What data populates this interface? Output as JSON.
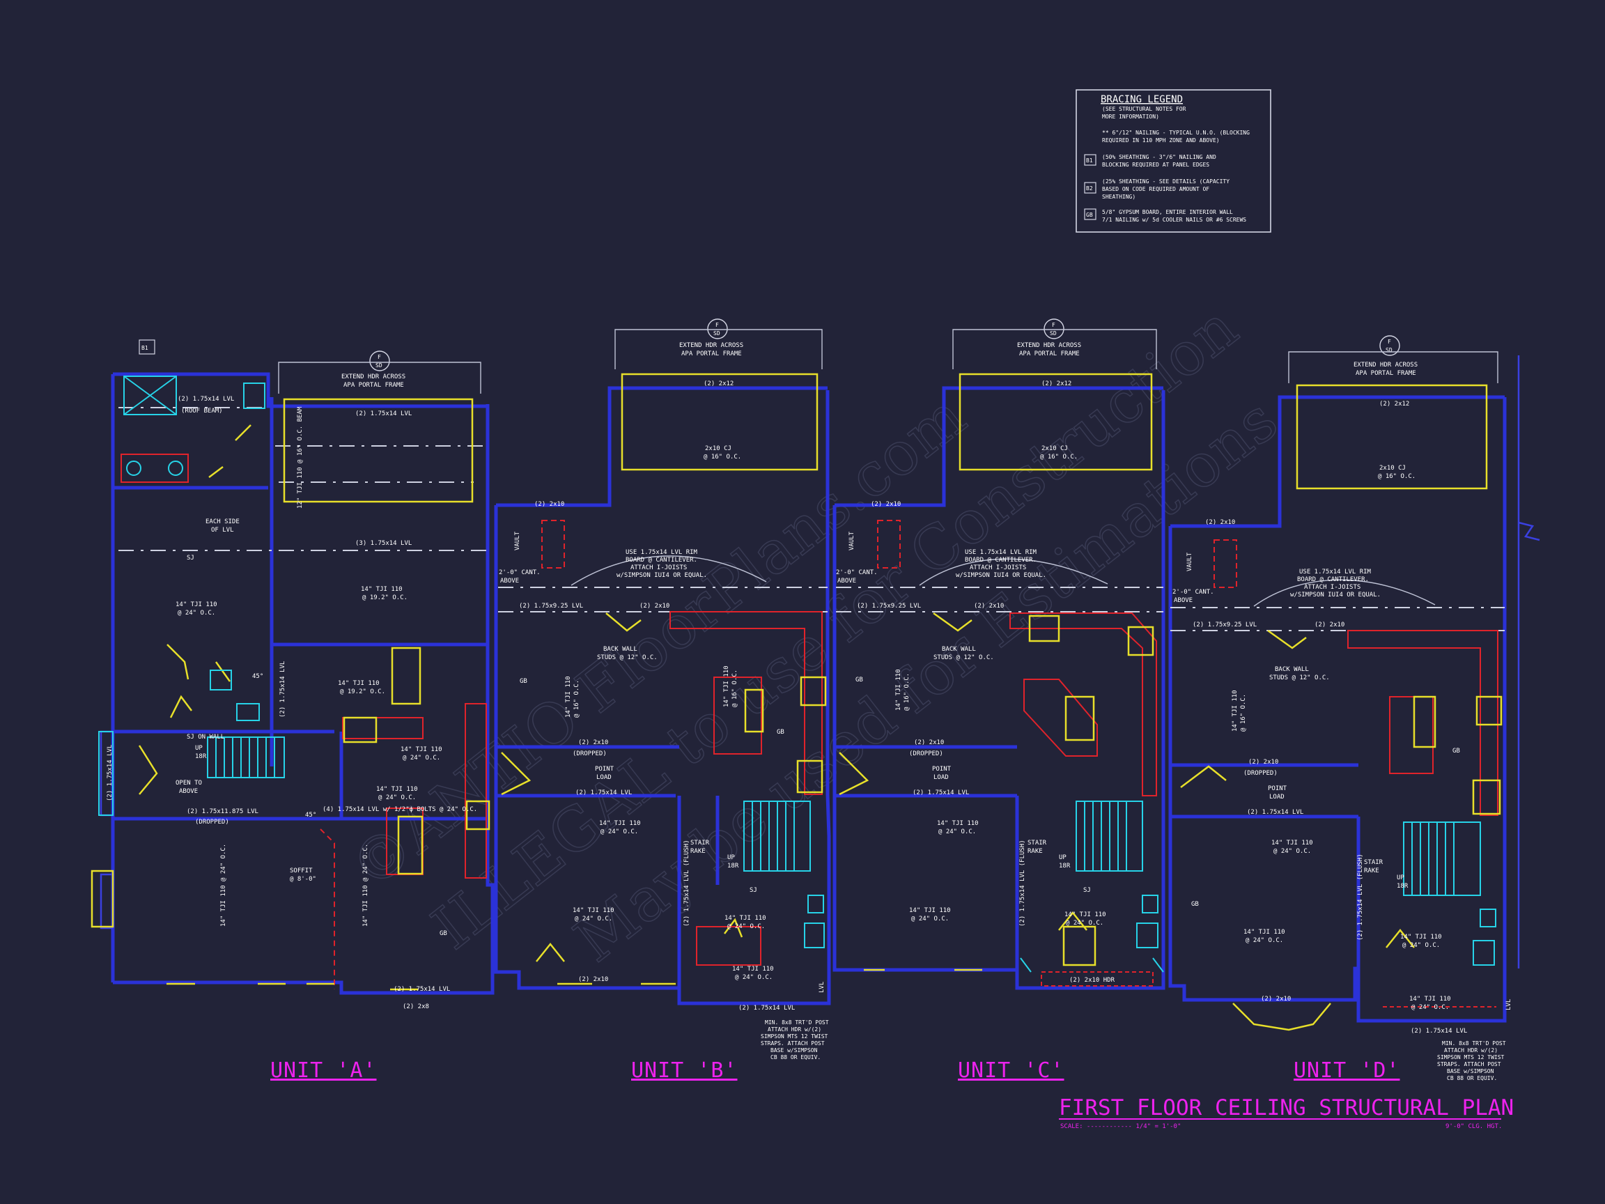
{
  "colors": {
    "background": "#222338",
    "wall": "#2b32d8",
    "beam": "#e8e02a",
    "cabinet": "#e0232b",
    "fixture": "#27d3e8",
    "title": "#ee22ee",
    "note": "#ffffff"
  },
  "legend": {
    "title": "BRACING LEGEND",
    "subtitle_1": "(SEE STRUCTURAL NOTES FOR",
    "subtitle_2": "MORE INFORMATION)",
    "note_1a": "** 6\"/12\" NAILING - TYPICAL U.N.O. (BLOCKING",
    "note_1b": "REQUIRED IN 110 MPH ZONE AND ABOVE)",
    "b1_tag": "B1",
    "b1_a": "(50% SHEATHING - 3\"/6\" NAILING AND",
    "b1_b": "BLOCKING REQUIRED AT PANEL EDGES",
    "b2_tag": "B2",
    "b2_a": "(25% SHEATHING - SEE DETAILS (CAPACITY",
    "b2_b": "BASED ON CODE REQUIRED AMOUNT OF",
    "b2_c": "SHEATHING)",
    "gb_tag": "GB",
    "gb_a": "5/8\" GYPSUM BOARD, ENTIRE INTERIOR WALL",
    "gb_b": "7/1 NAILING w/ 5d COOLER NAILS OR #6 SCREWS"
  },
  "watermarks": {
    "line_1": "©ANTIO FloorPlans.com",
    "line_2": "ILLEGAL to use for Construction",
    "line_3": "May be used for Estimations"
  },
  "units": {
    "a": "UNIT 'A'",
    "b": "UNIT 'B'",
    "c": "UNIT 'C'",
    "d": "UNIT 'D'"
  },
  "title_block": {
    "title": "FIRST FLOOR CEILING STRUCTURAL PLAN",
    "scale_label": "SCALE: ------------ 1/4\" = 1'-0\"",
    "ceiling_height": "9'-0\" CLG. HGT."
  },
  "porch_frames": {
    "detail_top": "F",
    "detail_bottom": "SD",
    "note_1": "EXTEND HDR ACROSS",
    "note_2": "APA PORTAL FRAME",
    "header": "(2) 2x12",
    "header_a": "(2) 1.75x14 LVL",
    "cj_1": "2x10 CJ",
    "cj_2": "@ 16\" O.C."
  },
  "unit_a_notes": {
    "lvl_top": "(2) 1.75x14 LVL",
    "roof_beam": "(ROOF BEAM)",
    "each_side_1": "EACH SIDE",
    "each_side_2": "OF LVL",
    "beam_3": "(3) 1.75x14 LVL",
    "sj": "SJ",
    "joist_1": "14\" TJI 110",
    "joist_1b": "@ 24\" O.C.",
    "joist_2": "14\" TJI 110",
    "joist_2b": "@ 19.2\" O.C.",
    "joist_3": "14\" TJI 110",
    "joist_3b": "@ 19.2\" O.C.",
    "sj_wall": "SJ ON WALL",
    "up_1": "UP",
    "up_2": "18R",
    "open_1": "OPEN TO",
    "open_2": "ABOVE",
    "joist_4": "14\" TJI 110",
    "joist_4b": "@ 24\" O.C.",
    "joist_5": "14\" TJI 110",
    "joist_5b": "@ 24\" O.C.",
    "beam_bolts": "(4) 1.75x14 LVL w/ 1/2\"ϕ BOLTS @ 24\" O.C.",
    "beam_dropped_1": "(2) 1.75x11.875 LVL",
    "dropped": "(DROPPED)",
    "soffit_1": "SOFFIT",
    "soffit_2": "@ 8'-0\"",
    "joist_6": "14\" TJI 110 @ 24\" O.C.",
    "joist_7": "14\" TJI 110 @ 24\" O.C.",
    "lvl_side": "(2) 1.75x14 LVL",
    "lvl_bot": "(2) 1.75x14 LVL",
    "hdr_bot": "(2) 2x8",
    "gb": "GB",
    "b1": "B1",
    "angle": "45°",
    "bay_lvl": "(2) 1.75x14 LVL",
    "tj_lvl": "12\" TJI 110 @ 16\" O.C. BEAM"
  },
  "unit_b_notes": {
    "hdr_2x10": "(2) 2x10",
    "vault": "VAULT",
    "cant_1": "2'-0\" CANT.",
    "cant_2": "ABOVE",
    "rim_1": "USE 1.75x14 LVL RIM",
    "rim_2": "BOARD @ CANTILEVER.",
    "rim_3": "ATTACH I-JOISTS",
    "rim_4": "w/SIMPSON IUI4 OR EQUAL.",
    "lvl_hdr": "(2) 1.75x9.25 LVL",
    "hdr_2x10b": "(2) 2x10",
    "back_wall_1": "BACK WALL",
    "back_wall_2": "STUDS @ 12\" O.C.",
    "gb": "GB",
    "joist_1": "14\" TJI 110",
    "joist_1b": "@ 16\" O.C.",
    "joist_2": "14\" TJI 110",
    "joist_2b": "@ 16\" O.C.",
    "hdr_2x10c": "(2) 2x10",
    "dropped": "(DROPPED)",
    "point_1": "POINT",
    "point_2": "LOAD",
    "lvl_dropped": "(2) 1.75x14 LVL",
    "joist_3": "14\" TJI 110",
    "joist_3b": "@ 24\" O.C.",
    "stair_1": "STAIR",
    "stair_2": "RAKE",
    "joist_4": "14\" TJI 110",
    "joist_4b": "@ 24\" O.C.",
    "joist_5": "14\" TJI 110",
    "joist_5b": "@ 24\" O.C.",
    "joist_6": "14\" TJI 110",
    "joist_6b": "@ 24\" O.C.",
    "hdr_bot": "(2) 2x10",
    "lvl_bot": "(2) 1.75x14 LVL",
    "post_1": "MIN. 8x8 TRT'D POST",
    "post_2": "ATTACH HDR w/(2)",
    "post_3": "SIMPSON MTS 12 TWIST",
    "post_4": "STRAPS. ATTACH POST",
    "post_5": "BASE w/SIMPSON",
    "post_6": "CB 88 OR EQUIV.",
    "flush": "(2) 1.75x14 LVL (FLUSH)",
    "up_1": "UP",
    "up_2": "18R",
    "sj": "SJ",
    "lvl": "LVL"
  },
  "unit_c_notes": {
    "hdr_2x10": "(2) 2x10",
    "vault": "VAULT",
    "cant_1": "2'-0\" CANT.",
    "cant_2": "ABOVE",
    "rim_1": "USE 1.75x14 LVL RIM",
    "rim_2": "BOARD @ CANTILEVER.",
    "rim_3": "ATTACH I-JOISTS",
    "rim_4": "w/SIMPSON IUI4 OR EQUAL.",
    "lvl_hdr": "(2) 1.75x9.25 LVL",
    "hdr_2x10b": "(2) 2x10",
    "back_wall_1": "BACK WALL",
    "back_wall_2": "STUDS @ 12\" O.C.",
    "gb": "GB",
    "joist_1": "14\" TJI 110",
    "joist_1b": "@ 16\" O.C.",
    "hdr_2x10c": "(2) 2x10",
    "dropped": "(DROPPED)",
    "point_1": "POINT",
    "point_2": "LOAD",
    "lvl_dropped": "(2) 1.75x14 LVL",
    "joist_3": "14\" TJI 110",
    "joist_3b": "@ 24\" O.C.",
    "stair_1": "STAIR",
    "stair_2": "RAKE",
    "joist_4": "14\" TJI 110",
    "joist_4b": "@ 24\" O.C.",
    "joist_5": "14\" TJI 110",
    "joist_5b": "@ 24\" O.C.",
    "hdr_bot": "(2) 2x10 HDR",
    "flush": "(2) 1.75x14 LVL (FLUSH)",
    "up_1": "UP",
    "up_2": "18R",
    "sj": "SJ"
  },
  "unit_d_notes": {
    "hdr_2x10": "(2) 2x10",
    "vault": "VAULT",
    "cant_1": "2'-0\" CANT.",
    "cant_2": "ABOVE",
    "rim_1": "USE 1.75x14 LVL RIM",
    "rim_2": "BOARD @ CANTILEVER.",
    "rim_3": "ATTACH I-JOISTS",
    "rim_4": "w/SIMPSON IUI4 OR EQUAL.",
    "lvl_hdr": "(2) 1.75x9.25 LVL",
    "hdr_2x10b": "(2) 2x10",
    "back_wall_1": "BACK WALL",
    "back_wall_2": "STUDS @ 12\" O.C.",
    "gb": "GB",
    "joist_1": "14\" TJI 110",
    "joist_1b": "@ 16\" O.C.",
    "hdr_2x10c": "(2) 2x10",
    "dropped": "(DROPPED)",
    "point_1": "POINT",
    "point_2": "LOAD",
    "lvl_dropped": "(2) 1.75x14 LVL",
    "joist_3": "14\" TJI 110",
    "joist_3b": "@ 24\" O.C.",
    "stair_1": "STAIR",
    "stair_2": "RAKE",
    "joist_4": "14\" TJI 110",
    "joist_4b": "@ 24\" O.C.",
    "joist_5": "14\" TJI 110",
    "joist_5b": "@ 24\" O.C.",
    "joist_6": "14\" TJI 110",
    "joist_6b": "@ 24\" O.C.",
    "hdr_bay": "(2) 2x10",
    "lvl_bot": "(2) 1.75x14 LVL",
    "post_1": "MIN. 8x8 TRT'D POST",
    "post_2": "ATTACH HDR w/(2)",
    "post_3": "SIMPSON MTS 12 TWIST",
    "post_4": "STRAPS. ATTACH POST",
    "post_5": "BASE w/SIMPSON",
    "post_6": "CB 88 OR EQUIV.",
    "flush": "(2) 1.75x14 LVL (FLUSH)",
    "up_1": "UP",
    "up_2": "18R",
    "lvl": "LVL"
  }
}
